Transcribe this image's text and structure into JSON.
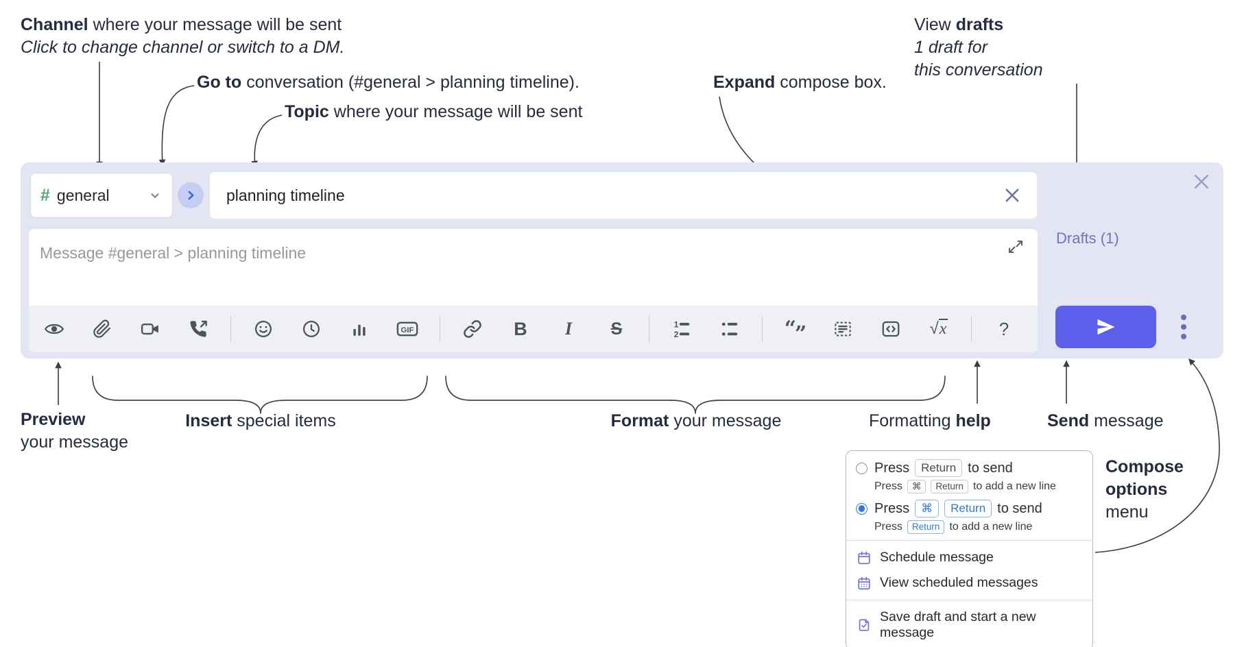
{
  "colors": {
    "compose_bg": "#e3e5f3",
    "send_button": "#5b5fe9",
    "drafts_link": "#6e73c6",
    "hash_green": "#4fa76f",
    "icon_gray": "#4e5358",
    "annotation_ink": "#262b3f",
    "key_blue": "#2e7cd6",
    "menu_icon_purple": "#7673d8",
    "go_circle_bg": "#c5cdf4",
    "go_chevron_blue": "#3e68d9",
    "topic_x": "#6d73aa",
    "close_x": "#989cc5",
    "ellipsis": "#686dbb"
  },
  "annotations": {
    "channel": {
      "bold": "Channel",
      "rest": " where your message will be sent",
      "subtitle": "Click to change channel or switch to a DM."
    },
    "goto": {
      "bold": "Go to",
      "rest": " conversation (#general > planning timeline)."
    },
    "topic": {
      "bold": "Topic",
      "rest": " where your message will be sent"
    },
    "expand": {
      "bold": "Expand",
      "rest": " compose box."
    },
    "view_drafts": {
      "pre": "View ",
      "bold": "drafts",
      "line2": "1 draft for",
      "line3": "this conversation"
    },
    "preview": {
      "bold": "Preview",
      "line2": "your message"
    },
    "insert": {
      "bold": "Insert",
      "rest": " special items"
    },
    "format": {
      "bold": "Format",
      "rest": " your message"
    },
    "formatting_help": {
      "pre": "Formatting ",
      "bold": "help"
    },
    "send": {
      "bold": "Send",
      "rest": " message"
    },
    "compose_options": {
      "line1": "Compose",
      "line2": "options",
      "line3": "menu"
    }
  },
  "compose": {
    "channel": {
      "hash": "#",
      "name": "general"
    },
    "topic": {
      "value": "planning timeline"
    },
    "message": {
      "placeholder": "Message #general > planning timeline"
    },
    "drafts_link": "Drafts (1)",
    "toolbar_icons": [
      "preview",
      "attach-file",
      "video-call",
      "audio-call",
      "emoji",
      "global-time",
      "poll",
      "gif",
      "link",
      "bold",
      "italic",
      "strikethrough",
      "numbered-list",
      "bulleted-list",
      "quote",
      "spoiler",
      "code",
      "math",
      "help"
    ],
    "toolbar_glyphs": {
      "gif": "GIF",
      "bold": "B",
      "italic": "I",
      "strike": "S",
      "quote_open": "“",
      "quote_close": "”",
      "sqrt": "√",
      "sqrt_x": "x",
      "question": "?",
      "ol1": "1",
      "ol2": "2"
    }
  },
  "popup": {
    "opt1": {
      "p1": "Press",
      "k1": "Return",
      "p2": "to send",
      "s1": "Press",
      "sk1": "⌘",
      "sk2": "Return",
      "s2": "to add a new line"
    },
    "opt2": {
      "p1": "Press",
      "k1": "⌘",
      "k2": "Return",
      "p2": "to send",
      "s1": "Press",
      "sk1": "Return",
      "s2": "to add a new line"
    },
    "item1": "Schedule message",
    "item2": "View scheduled messages",
    "item3": "Save draft and start a new message"
  }
}
